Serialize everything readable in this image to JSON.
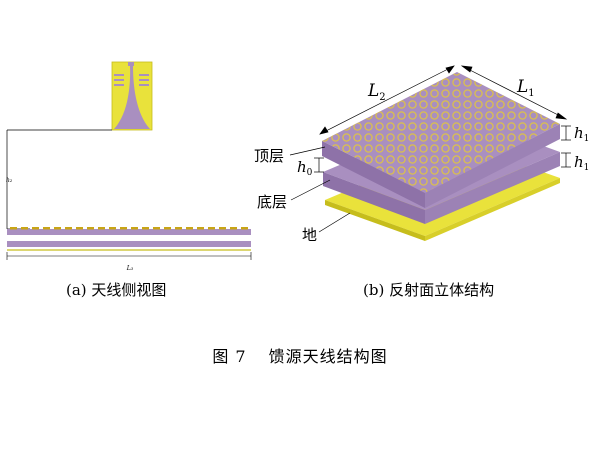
{
  "figure": {
    "title_label": "图 7",
    "title_text": "馈源天线结构图"
  },
  "panel_a": {
    "caption": "(a) 天线侧视图",
    "dim_height": "h₂",
    "dim_length": "L₃"
  },
  "panel_b": {
    "caption": "(b) 反射面立体结构",
    "label_top": "顶层",
    "label_bottom": "底层",
    "label_ground": "地",
    "dim_L2": "L",
    "dim_L2_sub": "2",
    "dim_L1": "L",
    "dim_L1_sub": "1",
    "dim_h0": "h",
    "dim_h0_sub": "0",
    "dim_h1a": "h",
    "dim_h1a_sub": "1",
    "dim_h1b": "h",
    "dim_h1b_sub": "1"
  },
  "colors": {
    "substrate": "#a98fc0",
    "substrate_side": "#8e72a8",
    "metal": "#e9e23b",
    "metal_edge": "#c6bd1c"
  }
}
